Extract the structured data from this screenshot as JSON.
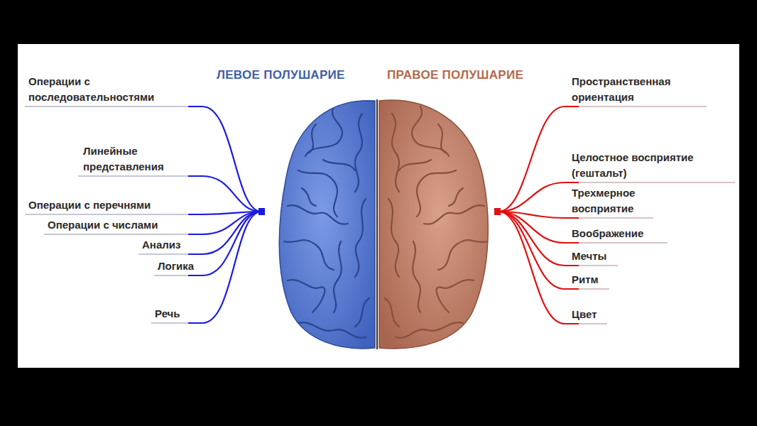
{
  "diagram": {
    "labels": [
      "ЛЕВОЕ ПОЛУШАРИЕ",
      "ПРАВОЕ ПОЛУШАРИЕ",
      "Операции с последовательностями",
      "Линейные представления",
      "Операции с перечнями",
      "Операции с числами",
      "Анализ",
      "Логика",
      "Речь",
      "Пространственная ориентация",
      "Целостное восприятие (гештальт)",
      "Трехмерное восприятие",
      "Воображение",
      "Мечты",
      "Ритм",
      "Цвет"
    ]
  }
}
